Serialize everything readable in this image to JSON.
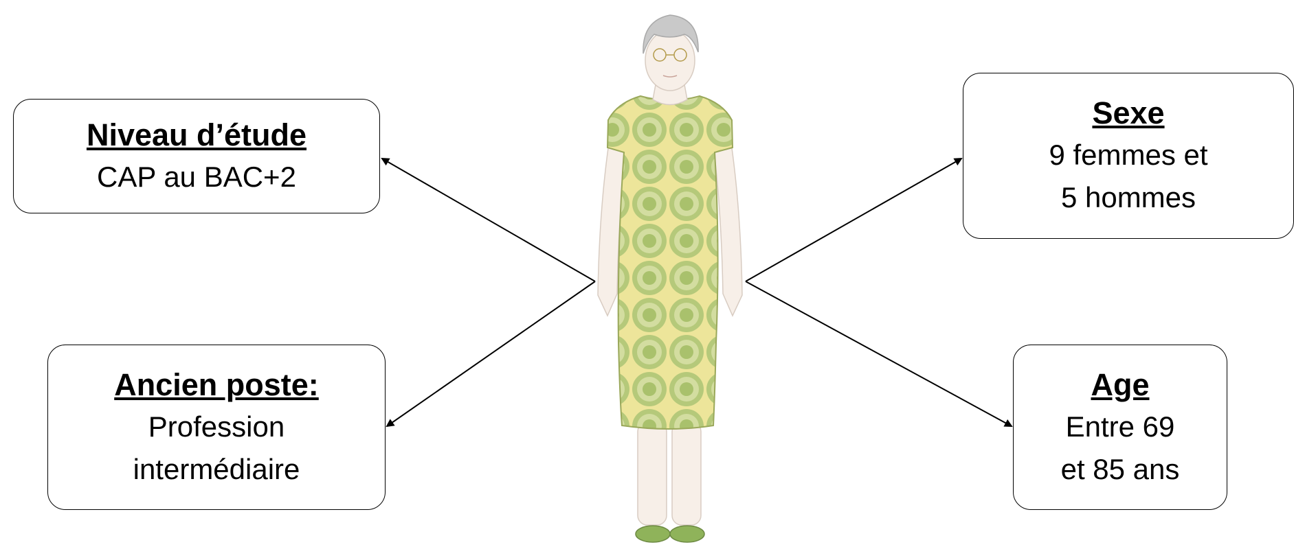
{
  "diagram": {
    "boxes": {
      "niveau": {
        "title": "Niveau d’étude",
        "lines": [
          "CAP au BAC+2"
        ]
      },
      "ancien": {
        "title": "Ancien poste:",
        "lines": [
          "Profession",
          "intermédiaire"
        ]
      },
      "sexe": {
        "title": "Sexe",
        "lines": [
          "9 femmes et",
          "5 hommes"
        ]
      },
      "age": {
        "title": "Age",
        "lines": [
          "Entre 69",
          "et 85 ans"
        ]
      }
    },
    "figure": "elderly-woman-illustration",
    "colors": {
      "dress_base": "#ede59a",
      "dress_circle_outer": "#b5c97a",
      "dress_circle_mid": "#d3dda0",
      "dress_circle_inner": "#a9c16c",
      "hair": "#c9c9c9",
      "skin": "#f7efe8",
      "shoes": "#8fb35a"
    }
  }
}
